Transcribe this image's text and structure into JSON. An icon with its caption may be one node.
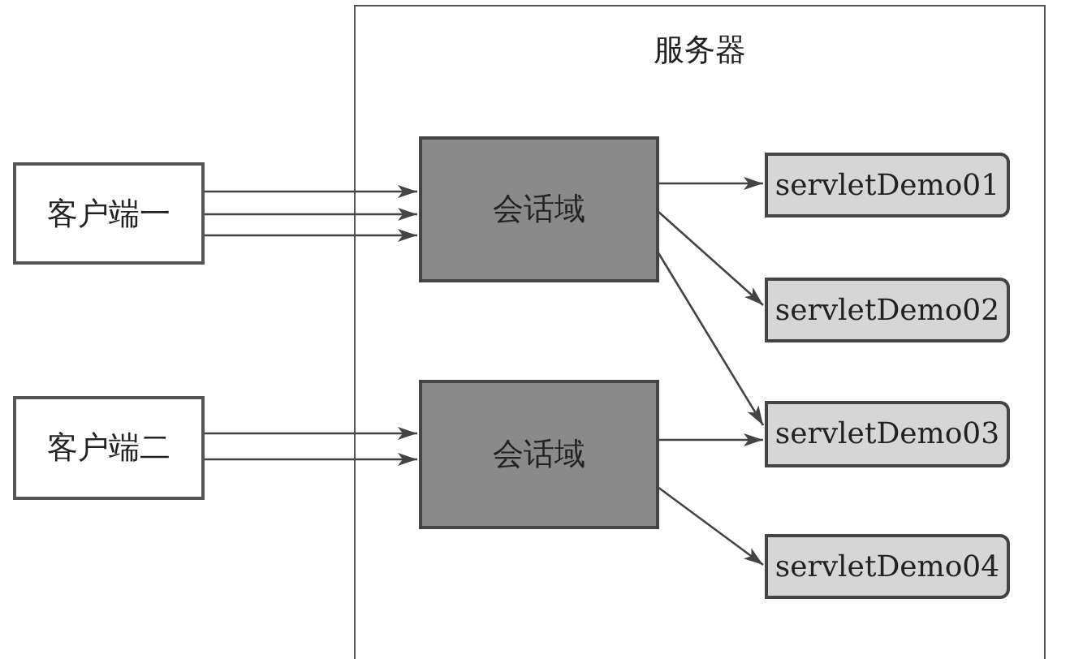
{
  "diagram": {
    "nodes": [
      {
        "text": [
          "服务器"
        ]
      },
      {
        "text": [
          "客户端一"
        ]
      },
      {
        "text": [
          "客户端二"
        ]
      },
      {
        "text": [
          "会话域"
        ],
        "in": 0
      },
      {
        "text": [
          "会话域"
        ],
        "in": 0
      },
      {
        "text": [
          "servletDemo01"
        ],
        "in": 0
      },
      {
        "text": [
          "servletDemo02"
        ],
        "in": 0
      },
      {
        "text": [
          "servletDemo03"
        ],
        "in": 0
      },
      {
        "text": [
          "servletDemo04"
        ],
        "in": 0
      }
    ],
    "edges": [
      {
        "from": 1,
        "to": 3,
        "arrow": "to"
      },
      {
        "from": 1,
        "to": 3,
        "arrow": "to"
      },
      {
        "from": 1,
        "to": 3,
        "arrow": "to"
      },
      {
        "from": 2,
        "to": 4,
        "arrow": "to"
      },
      {
        "from": 2,
        "to": 4,
        "arrow": "to"
      },
      {
        "from": 3,
        "to": 5,
        "arrow": "to"
      },
      {
        "from": 3,
        "to": 6,
        "arrow": "to"
      },
      {
        "from": 3,
        "to": 7,
        "arrow": "to"
      },
      {
        "from": 4,
        "to": 7,
        "arrow": "to"
      },
      {
        "from": 4,
        "to": 8,
        "arrow": "to"
      }
    ]
  }
}
